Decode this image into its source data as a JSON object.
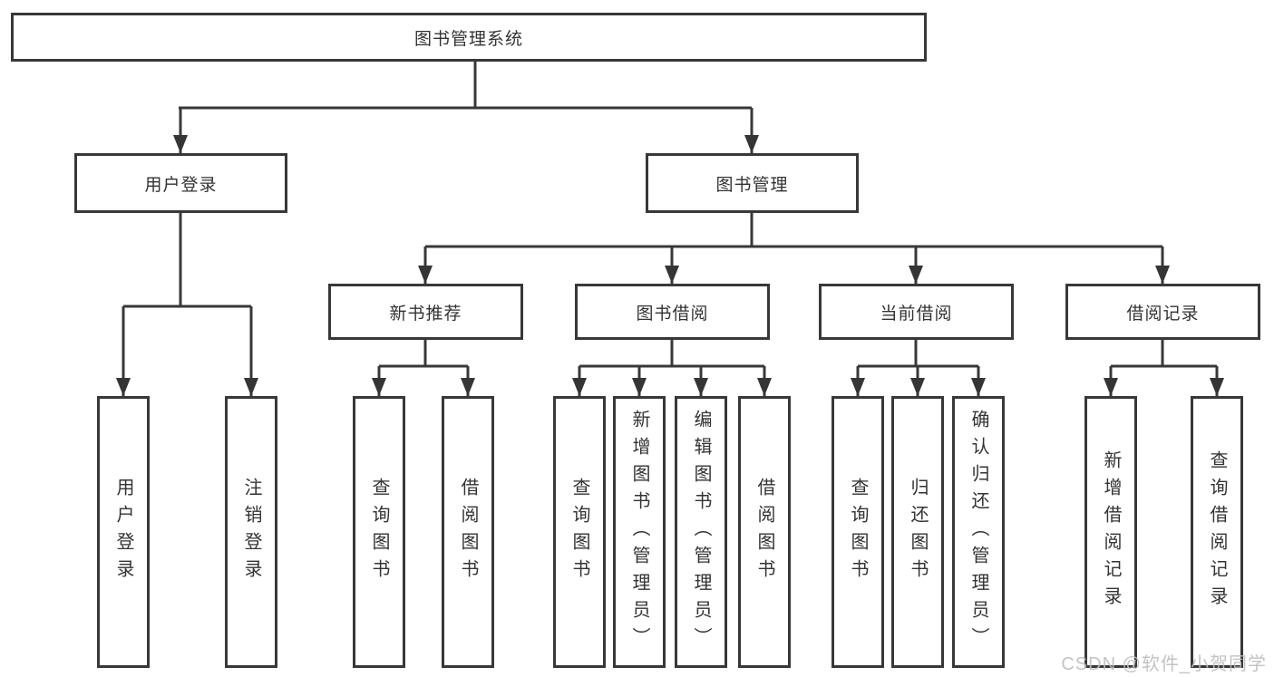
{
  "diagram": {
    "root": "图书管理系统",
    "level2": [
      {
        "label": "用户登录",
        "children": [
          "用户登录",
          "注销登录"
        ]
      },
      {
        "label": "图书管理",
        "groups": [
          {
            "label": "新书推荐",
            "children": [
              "查询图书",
              "借阅图书"
            ]
          },
          {
            "label": "图书借阅",
            "children": [
              "查询图书",
              "新增图书（管理员）",
              "编辑图书（管理员）",
              "借阅图书"
            ]
          },
          {
            "label": "当前借阅",
            "children": [
              "查询图书",
              "归还图书",
              "确认归还（管理员）"
            ]
          },
          {
            "label": "借阅记录",
            "children": [
              "新增借阅记录",
              "查询借阅记录"
            ]
          }
        ]
      }
    ]
  },
  "watermark": "CSDN @软件_小贺同学",
  "colors": {
    "line": "#383838",
    "text": "#333333",
    "watermark": "#bebebe",
    "background": "#ffffff"
  }
}
